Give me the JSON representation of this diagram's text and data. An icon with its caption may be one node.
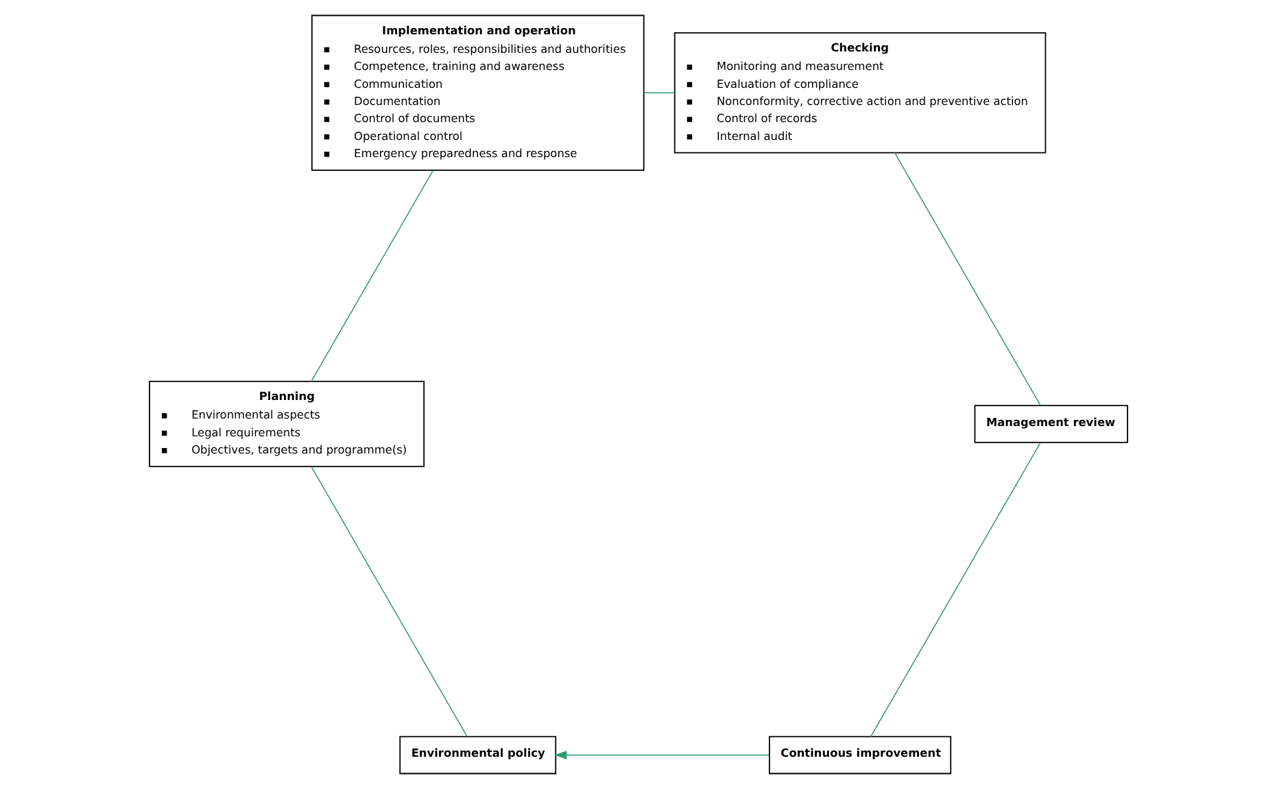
{
  "diagram": {
    "nodes": [
      {
        "text": [
          "Continuous improvement"
        ]
      },
      {
        "text": [
          "Environmental policy"
        ]
      },
      {
        "text": [
          "Planning",
          "Environmental aspects",
          "Legal requirements",
          "Objectives, targets and programme(s)"
        ]
      },
      {
        "text": [
          "Implementation and operation",
          "Resources, roles, responsibilities and authorities",
          "Competence, training and awareness",
          "Communication",
          "Documentation",
          "Control of documents",
          "Operational control",
          "Emergency preparedness and response"
        ]
      },
      {
        "text": [
          "Checking",
          "Monitoring and measurement",
          "Evaluation of compliance",
          "Nonconformity, corrective action and preventive action",
          "Control of records",
          "Internal audit"
        ]
      },
      {
        "text": [
          "Management review"
        ]
      }
    ],
    "edges": [
      {
        "from": 0,
        "to": 1,
        "arrow": "to"
      },
      {
        "from": 1,
        "to": 2,
        "arrow": "none"
      },
      {
        "from": 2,
        "to": 3,
        "arrow": "none"
      },
      {
        "from": 3,
        "to": 4,
        "arrow": "none"
      },
      {
        "from": 4,
        "to": 5,
        "arrow": "none"
      },
      {
        "from": 5,
        "to": 0,
        "arrow": "none"
      }
    ]
  }
}
